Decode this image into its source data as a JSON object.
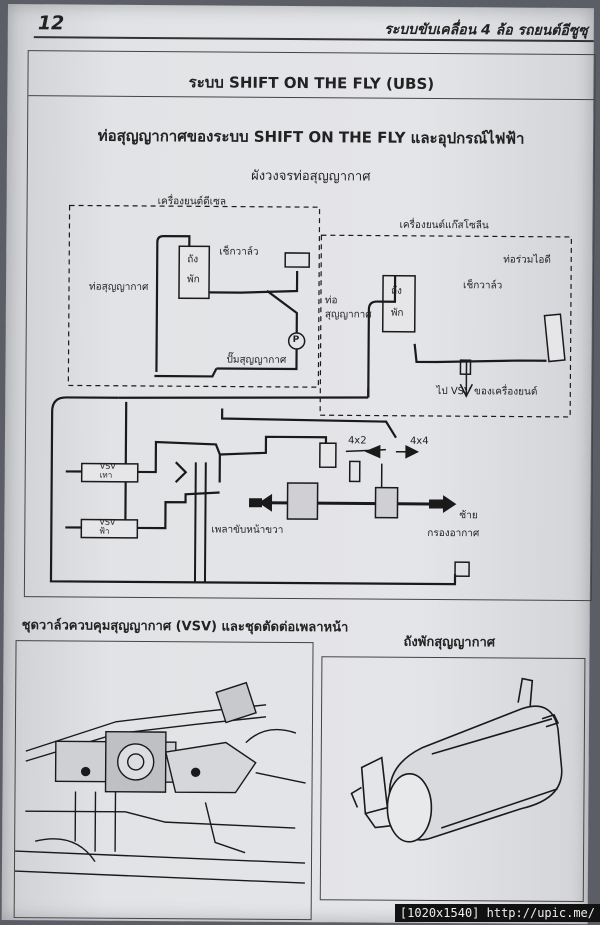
{
  "page": {
    "number": "12",
    "running_header": "ระบบขับเคลื่อน 4 ล้อ รถยนต์อีซูซุ"
  },
  "main_section": {
    "title": "ระบบ SHIFT ON THE FLY (UBS)",
    "subtitle": "ท่อสุญญากาศของระบบ SHIFT ON THE FLY และอุปกรณ์ไฟฟ้า",
    "diagram_caption": "ผังวงจรท่อสุญญากาศ"
  },
  "diagram_labels": {
    "diesel_engine": "เครื่องยนต์ดีเซล",
    "gasoline_engine": "เครื่องยนต์แก๊สโซลีน",
    "tank_diesel_line1": "ถัง",
    "tank_diesel_line2": "พัก",
    "tank_gas_line1": "ถัง",
    "tank_gas_line2": "พัก",
    "check_valve_diesel": "เช็กวาล์ว",
    "check_valve_gas": "เช็กวาล์ว",
    "vacuum_pipe_diesel": "ท่อสุญญากาศ",
    "vacuum_pipe_gas_line1": "ท่อ",
    "vacuum_pipe_gas_line2": "สุญญากาศ",
    "intake_pipe": "ท่อร่วมไอดี",
    "vacuum_pump": "ปั๊มสุญญากาศ",
    "pump_symbol": "P",
    "to_vsv": "ไป VSV ของเครื่องยนต์",
    "mode_4x2": "4x2",
    "mode_4x4": "4x4",
    "vsv_gray_line1": "VSV",
    "vsv_gray_line2": "เทา",
    "vsv_blue_line1": "VSV",
    "vsv_blue_line2": "ฟ้า",
    "front_shaft": "เพลาขับหน้าขวา",
    "left": "ซ้าย",
    "air_filter": "กรองอากาศ"
  },
  "bottom_left": {
    "caption": "ชุดวาล์วควบคุมสุญญากาศ (VSV) และชุดตัดต่อเพลาหน้า"
  },
  "bottom_right": {
    "caption": "ถังพักสุญญากาศ"
  },
  "watermark": {
    "text": "[1020x1540] http://upic.me/"
  }
}
